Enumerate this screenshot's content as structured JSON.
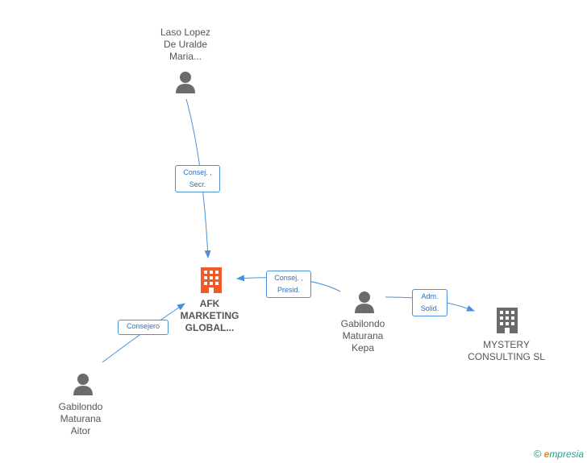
{
  "colors": {
    "edge": "#4a90d9",
    "person": "#6b6b6b",
    "company_main": "#f05a28",
    "company_other": "#6b6b6b"
  },
  "nodes": {
    "laso": {
      "lines": [
        "Laso Lopez",
        "De Uralde",
        "Maria..."
      ],
      "icon": "person-icon"
    },
    "afk": {
      "lines": [
        "AFK",
        "MARKETING",
        "GLOBAL..."
      ],
      "icon": "building-icon"
    },
    "kepa": {
      "lines": [
        "Gabilondo",
        "Maturana",
        "Kepa"
      ],
      "icon": "person-icon"
    },
    "mystery": {
      "lines": [
        "MYSTERY",
        "CONSULTING SL"
      ],
      "icon": "building-icon"
    },
    "aitor": {
      "lines": [
        "Gabilondo",
        "Maturana",
        "Aitor"
      ],
      "icon": "person-icon"
    }
  },
  "relations": {
    "laso_afk": {
      "lines": [
        "Consej. ,",
        "Secr."
      ]
    },
    "kepa_afk": {
      "lines": [
        "Consej. ,",
        "Presid."
      ]
    },
    "kepa_mystery": {
      "lines": [
        "Adm.",
        "Solid."
      ]
    },
    "aitor_afk": {
      "lines": [
        "Consejero"
      ]
    }
  },
  "footer": {
    "copyright": "©",
    "brand_initial": "e",
    "brand_rest": "mpresia"
  }
}
